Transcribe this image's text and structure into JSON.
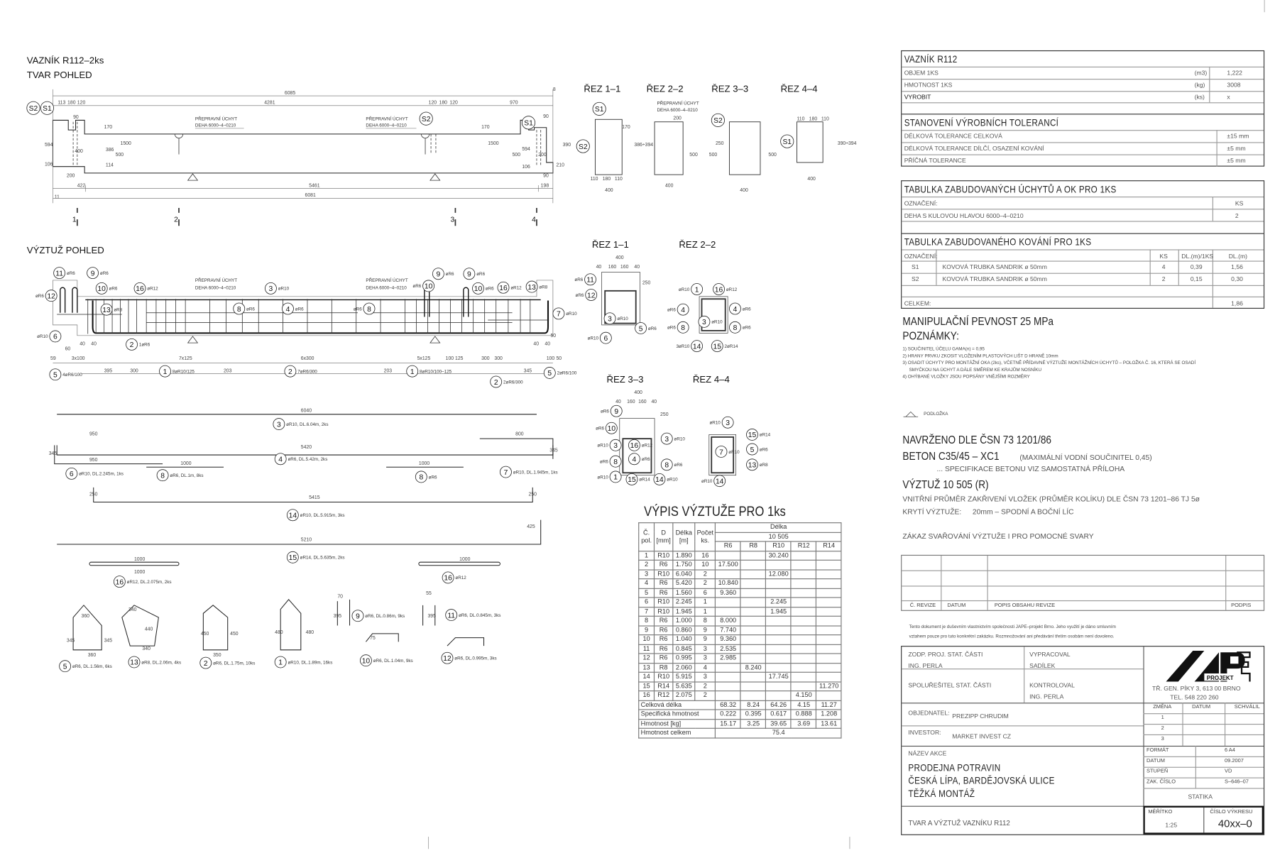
{
  "shape_view": {
    "title": "VAZNÍK R112–2ks",
    "subtitle": "TVAR POHLED",
    "anchor_label_1": "PŘEPRAVNÍ ÚCHYT",
    "anchor_label_2": "DEHA 6000–4–0210",
    "dims": [
      "6085",
      "4281",
      "113",
      "180",
      "120",
      "120",
      "180",
      "120",
      "970",
      "1500",
      "1500",
      "5461",
      "6081",
      "422",
      "200",
      "11",
      "198",
      "500",
      "386",
      "170",
      "594",
      "106",
      "90",
      "400",
      "114",
      "500",
      "594",
      "200",
      "106",
      "210",
      "390",
      "90",
      "170",
      "90",
      "8"
    ],
    "tags": [
      "S2",
      "S1",
      "S2",
      "S1"
    ],
    "section_marks": [
      "1",
      "2",
      "3",
      "4"
    ]
  },
  "sections_shape": [
    {
      "title": "ŘEZ 1–1",
      "dims": [
        "110",
        "180",
        "110",
        "400",
        "386÷394",
        "170"
      ],
      "tags": [
        "S1",
        "S2"
      ]
    },
    {
      "title": "ŘEZ 2–2",
      "dims": [
        "200",
        "400",
        "500"
      ],
      "note_1": "PŘEPRAVNÍ ÚCHYT",
      "note_2": "DEHA 6000–4–0210"
    },
    {
      "title": "ŘEZ 3–3",
      "dims": [
        "250",
        "500",
        "400",
        "500"
      ],
      "tags": [
        "S2"
      ]
    },
    {
      "title": "ŘEZ 4–4",
      "dims": [
        "110",
        "180",
        "110",
        "400",
        "390÷394"
      ],
      "tags": [
        "S1"
      ]
    }
  ],
  "rebar_view": {
    "title": "VÝZTUŽ POHLED",
    "anchor_label_1": "PŘEPRAVNÍ ÚCHYT",
    "anchor_label_2": "DEHA 6000–4–0210",
    "bubbles": [
      {
        "n": "11",
        "t": "øR6"
      },
      {
        "n": "9",
        "t": "øR6"
      },
      {
        "n": "12",
        "t": "øR6"
      },
      {
        "n": "10",
        "t": "øR6"
      },
      {
        "n": "16",
        "t": "øR12"
      },
      {
        "n": "13",
        "t": "øR8"
      },
      {
        "n": "6",
        "t": "øR10"
      },
      {
        "n": "2",
        "t": "1øR6"
      },
      {
        "n": "3",
        "t": "øR10"
      },
      {
        "n": "8",
        "t": "øR6"
      },
      {
        "n": "4",
        "t": "øR6"
      },
      {
        "n": "8",
        "t": "øR6"
      },
      {
        "n": "9",
        "t": "øR6"
      },
      {
        "n": "9",
        "t": "øR6"
      },
      {
        "n": "10",
        "t": "øR6"
      },
      {
        "n": "10",
        "t": "øR6"
      },
      {
        "n": "16",
        "t": "øR12"
      },
      {
        "n": "13",
        "t": "øR8"
      },
      {
        "n": "7",
        "t": "øR10"
      },
      {
        "n": "5",
        "t": "4øR6/100"
      },
      {
        "n": "1",
        "t": "8øR10/125"
      },
      {
        "n": "2",
        "t": "7øR6/300"
      },
      {
        "n": "1",
        "t": "8øR10/100–125"
      },
      {
        "n": "2",
        "t": "2øR6/300"
      },
      {
        "n": "5",
        "t": "2øR6/100"
      }
    ],
    "dims": [
      "59",
      "3x100",
      "395",
      "300",
      "7x125",
      "203",
      "6x300",
      "203",
      "5x125",
      "100 125",
      "300",
      "300",
      "345",
      "100",
      "50",
      "60",
      "40",
      "40",
      "40",
      "40",
      "50"
    ]
  },
  "sections_rebar": [
    {
      "title": "ŘEZ 1–1",
      "dims": [
        "400",
        "40",
        "160",
        "160",
        "40",
        "250"
      ],
      "bubbles": [
        {
          "n": "11",
          "t": "øR6"
        },
        {
          "n": "12",
          "t": "øR6"
        },
        {
          "n": "3",
          "t": "øR10"
        },
        {
          "n": "5",
          "t": "øR6"
        },
        {
          "n": "6",
          "t": "øR10"
        }
      ]
    },
    {
      "title": "ŘEZ 2–2",
      "bubbles": [
        {
          "n": "1",
          "t": "øR10"
        },
        {
          "n": "16",
          "t": "øR12"
        },
        {
          "n": "4",
          "t": "øR6"
        },
        {
          "n": "3",
          "t": "øR10"
        },
        {
          "n": "4",
          "t": "øR6"
        },
        {
          "n": "8",
          "t": "øR6"
        },
        {
          "n": "8",
          "t": "øR6"
        },
        {
          "n": "14",
          "t": "3øR10"
        },
        {
          "n": "15",
          "t": "2øR14"
        }
      ]
    },
    {
      "title": "ŘEZ 3–3",
      "dims": [
        "400",
        "40",
        "160",
        "160",
        "40",
        "250"
      ],
      "bubbles": [
        {
          "n": "9",
          "t": "øR6"
        },
        {
          "n": "10",
          "t": "øR6"
        },
        {
          "n": "3",
          "t": "øR10"
        },
        {
          "n": "8",
          "t": "øR6"
        },
        {
          "n": "1",
          "t": "øR10"
        },
        {
          "n": "16",
          "t": "øR12"
        },
        {
          "n": "4",
          "t": "øR6"
        },
        {
          "n": "3",
          "t": "øR10"
        },
        {
          "n": "8",
          "t": "øR6"
        },
        {
          "n": "15",
          "t": "øR14"
        },
        {
          "n": "14",
          "t": "øR10"
        }
      ]
    },
    {
      "title": "ŘEZ 4–4",
      "bubbles": [
        {
          "n": "3",
          "t": "øR10"
        },
        {
          "n": "15",
          "t": "øR14"
        },
        {
          "n": "7",
          "t": "øR10"
        },
        {
          "n": "5",
          "t": "øR6"
        },
        {
          "n": "13",
          "t": "øR8"
        },
        {
          "n": "14",
          "t": "øR10"
        }
      ]
    }
  ],
  "bar_shapes": {
    "bubbles": [
      {
        "n": "3",
        "t": "øR10, DL.6.04m, 2ks"
      },
      {
        "n": "4",
        "t": "øR6, DL.5.42m, 2ks"
      },
      {
        "n": "6",
        "t": "øR10, DL.2.245m, 1ks"
      },
      {
        "n": "8",
        "t": "øR6, DL.1m, 8ks"
      },
      {
        "n": "8",
        "t": "øR6"
      },
      {
        "n": "7",
        "t": "øR10, DL.1.945m, 1ks"
      },
      {
        "n": "14",
        "t": "øR10, DL.5.915m, 3ks"
      },
      {
        "n": "15",
        "t": "øR14, DL.5.635m, 2ks"
      },
      {
        "n": "16",
        "t": "øR12, DL.2.075m, 2ks"
      },
      {
        "n": "16",
        "t": "øR12"
      },
      {
        "n": "5",
        "t": "øR6, DL.1.56m, 6ks"
      },
      {
        "n": "13",
        "t": "øR8, DL.2.06m, 4ks"
      },
      {
        "n": "2",
        "t": "øR6, DL.1.75m, 10ks"
      },
      {
        "n": "1",
        "t": "øR10, DL.1.89m, 16ks"
      },
      {
        "n": "9",
        "t": "øR6, DL.0.86m, 9ks"
      },
      {
        "n": "10",
        "t": "øR6, DL.1.04m, 9ks"
      },
      {
        "n": "11",
        "t": "øR6, DL.0.845m, 3ks"
      },
      {
        "n": "12",
        "t": "øR6, DL.0.995m, 3ks"
      }
    ],
    "dims": [
      "6040",
      "950",
      "345",
      "5420",
      "950",
      "1000",
      "1000",
      "800",
      "345",
      "250",
      "5415",
      "250",
      "5210",
      "425",
      "1000",
      "1000",
      "1000",
      "360",
      "345",
      "345",
      "360",
      "340",
      "440",
      "340",
      "350",
      "450",
      "450",
      "480",
      "480",
      "395",
      "70",
      "55",
      "395",
      "75"
    ]
  },
  "rebar_table": {
    "title": "VÝPIS VÝZTUŽE PRO 1ks",
    "headers": {
      "pos": "Č. pol.",
      "d": "D [mm]",
      "len": "Délka [m]",
      "count": "Počet ks.",
      "length_group": "Délka",
      "steel": "10 505",
      "cols": [
        "R6",
        "R8",
        "R10",
        "R12",
        "R14"
      ]
    },
    "rows": [
      [
        "1",
        "R10",
        "1.890",
        "16",
        "",
        "",
        "30.240",
        "",
        ""
      ],
      [
        "2",
        "R6",
        "1.750",
        "10",
        "17.500",
        "",
        "",
        "",
        ""
      ],
      [
        "3",
        "R10",
        "6.040",
        "2",
        "",
        "",
        "12.080",
        "",
        ""
      ],
      [
        "4",
        "R6",
        "5.420",
        "2",
        "10.840",
        "",
        "",
        "",
        ""
      ],
      [
        "5",
        "R6",
        "1.560",
        "6",
        "9.360",
        "",
        "",
        "",
        ""
      ],
      [
        "6",
        "R10",
        "2.245",
        "1",
        "",
        "",
        "2.245",
        "",
        ""
      ],
      [
        "7",
        "R10",
        "1.945",
        "1",
        "",
        "",
        "1.945",
        "",
        ""
      ],
      [
        "8",
        "R6",
        "1.000",
        "8",
        "8.000",
        "",
        "",
        "",
        ""
      ],
      [
        "9",
        "R6",
        "0.860",
        "9",
        "7.740",
        "",
        "",
        "",
        ""
      ],
      [
        "10",
        "R6",
        "1.040",
        "9",
        "9.360",
        "",
        "",
        "",
        ""
      ],
      [
        "11",
        "R6",
        "0.845",
        "3",
        "2.535",
        "",
        "",
        "",
        ""
      ],
      [
        "12",
        "R6",
        "0.995",
        "3",
        "2.985",
        "",
        "",
        "",
        ""
      ],
      [
        "13",
        "R8",
        "2.060",
        "4",
        "",
        "8.240",
        "",
        "",
        ""
      ],
      [
        "14",
        "R10",
        "5.915",
        "3",
        "",
        "",
        "17.745",
        "",
        ""
      ],
      [
        "15",
        "R14",
        "5.635",
        "2",
        "",
        "",
        "",
        "",
        "11.270"
      ],
      [
        "16",
        "R12",
        "2.075",
        "2",
        "",
        "",
        "",
        "4.150",
        ""
      ]
    ],
    "summary": [
      {
        "label": "Celková délka",
        "values": [
          "68.32",
          "8.24",
          "64.26",
          "4.15",
          "11.27"
        ]
      },
      {
        "label": "Specifická hmotnost",
        "values": [
          "0.222",
          "0.395",
          "0.617",
          "0.888",
          "1.208"
        ]
      },
      {
        "label": "Hmotnost [kg]",
        "values": [
          "15.17",
          "3.25",
          "39.65",
          "3.69",
          "13.61"
        ]
      }
    ],
    "total_label": "Hmotnost celkem",
    "total_value": "75.4"
  },
  "element_table": {
    "title": "VAZNÍK R112",
    "rows": [
      {
        "label": "OBJEM 1KS",
        "unit": "(m3)",
        "value": "1,222"
      },
      {
        "label": "HMOTNOST 1KS",
        "unit": "(kg)",
        "value": "3008"
      },
      {
        "label": "VYROBIT",
        "unit": "(ks)",
        "value": "x"
      }
    ],
    "tol_title": "STANOVENÍ VÝROBNÍCH TOLERANCÍ",
    "tolerances": [
      {
        "label": "DÉLKOVÁ TOLERANCE CELKOVÁ",
        "value": "±15 mm"
      },
      {
        "label": "DÉLKOVÁ TOLERANCE DÍLČÍ, OSAZENÍ KOVÁNÍ",
        "value": "±5 mm"
      },
      {
        "label": "PŘÍČNÁ TOLERANCE",
        "value": "±5 mm"
      }
    ]
  },
  "anchors_table": {
    "title": "TABULKA ZABUDOVANÝCH ÚCHYTŮ A OK PRO 1KS",
    "col_label": "OZNAČENÍ:",
    "col_ks": "KS",
    "item": "DEHA S KULOVOU HLAVOU 6000–4–0210",
    "item_ks": "2"
  },
  "fittings_table": {
    "title": "TABULKA ZABUDOVANÉHO KOVÁNÍ PRO 1KS",
    "col_label": "OZNAČENÍ:",
    "col_ks": "KS",
    "col_len1": "DL.(m)/1KS",
    "col_len": "DL.(m)",
    "rows": [
      {
        "mark": "S1",
        "desc": "KOVOVÁ TRUBKA SANDRIK ø 50mm",
        "ks": "4",
        "l1": "0,39",
        "l": "1,56"
      },
      {
        "mark": "S2",
        "desc": "KOVOVÁ TRUBKA SANDRIK ø 50mm",
        "ks": "2",
        "l1": "0,15",
        "l": "0,30"
      }
    ],
    "total_label": "CELKEM:",
    "total": "1,86"
  },
  "notes": {
    "strength": "MANIPULAČNÍ PEVNOST 25 MPa",
    "title": "POZNÁMKY:",
    "items": [
      "1) SOUČINITEL ÚČELU GAMA(n) = 0,95",
      "2) HRANY PRVKU ZKOSIT VLOŽENÍM PLASTOVÝCH LIŠT D HRANĚ 10mm",
      "3) OSADIT ÚCHYTY PRO MONTÁŽNÍ OKA (2ks), VČETNĚ PŘÍDAVNÉ VÝZTUŽE MONTÁŽNÍCH ÚCHYTŮ – POLOŽKA Č. 16, KTERÁ SE OSADÍ",
      "SMYČKOU NA ÚCHYT A DÁLE SMĚREM KE KRAJŮM NOSNÍKU",
      "4) OHÝBANÉ VLOŽKY JSOU POPSÁNY VNĚJŠÍMI ROZMĚRY"
    ],
    "legend": "PODLOŽKA",
    "design": "NAVRŽENO DLE ČSN 73 1201/86",
    "concrete": "BETON  C35/45 – XC1",
    "concrete_note": "(MAXIMÁLNÍ VODNÍ SOUČINITEL 0,45)",
    "concrete_spec": "... SPECIFIKACE BETONU VIZ SAMOSTATNÁ PŘÍLOHA",
    "steel": "VÝZTUŽ 10 505 (R)",
    "bend": "VNITŘNÍ PRŮMĚR ZAKŘIVENÍ VLOŽEK (PRŮMĚR KOLÍKU) DLE ČSN 73 1201–86 TJ 5ø",
    "cover_label": "KRYTÍ VÝZTUŽE:",
    "cover": "20mm – SPODNÍ A BOČNÍ LÍC",
    "welding": "ZÁKAZ SVAŘOVÁNÍ VÝZTUŽE I PRO POMOCNÉ SVARY"
  },
  "revisions": {
    "col_no": "Č. REVIZE",
    "col_date": "DATUM",
    "col_desc": "POPIS OBSAHU REVIZE",
    "col_sign": "PODPIS"
  },
  "copyright": [
    "Tento dokument je duševním vlastnictvím společnosti JAPE–projekt Brno. Jeho využití je dáno smluvním",
    "vztahem pouze pro tuto konkrétní zakázku. Rozmnožování ani předávání třetím osobám není dovoleno."
  ],
  "title_block": {
    "resp_label": "ZODP. PROJ. STAT. ČÁSTI",
    "resp": "ING. PERLA",
    "drawn_label": "VYPRACOVAL",
    "drawn": "SADÍLEK",
    "co_label": "SPOLUŘEŠITEL STAT. ČÁSTI",
    "checked_label": "KONTROLOVAL",
    "checked": "ING. PERLA",
    "logo": "JAPE PROJEKT",
    "address": "TŘ. GEN. PÍKY 3, 613 00 BRNO",
    "phone": "TEL. 548 220 260",
    "client_label": "OBJEDNATEL:",
    "client": "PREZIPP CHRUDIM",
    "investor_label": "INVESTOR:",
    "investor": "MARKET INVEST CZ",
    "change_cols": [
      "ZMĚNA",
      "DATUM",
      "SCHVÁLIL"
    ],
    "changes": [
      "1",
      "2",
      "3"
    ],
    "project_label": "NÁZEV AKCE",
    "project": [
      "PRODEJNA POTRAVIN",
      "ČESKÁ LÍPA, BARDĚJOVSKÁ ULICE",
      "TĚŽKÁ MONTÁŽ"
    ],
    "meta": [
      {
        "k": "FORMÁT",
        "v": "6 A4"
      },
      {
        "k": "DATUM",
        "v": "09.2007"
      },
      {
        "k": "STUPEŇ",
        "v": "VD"
      },
      {
        "k": "ZAK. ČÍSLO",
        "v": "S–646–07"
      }
    ],
    "discipline": "STATIKA",
    "drawing_title": "TVAR A VÝZTUŽ VAZNÍKU R112",
    "scale_label": "MĚŘÍTKO",
    "scale": "1:25",
    "number_label": "ČÍSLO VÝKRESU",
    "number": "40xx–0"
  }
}
